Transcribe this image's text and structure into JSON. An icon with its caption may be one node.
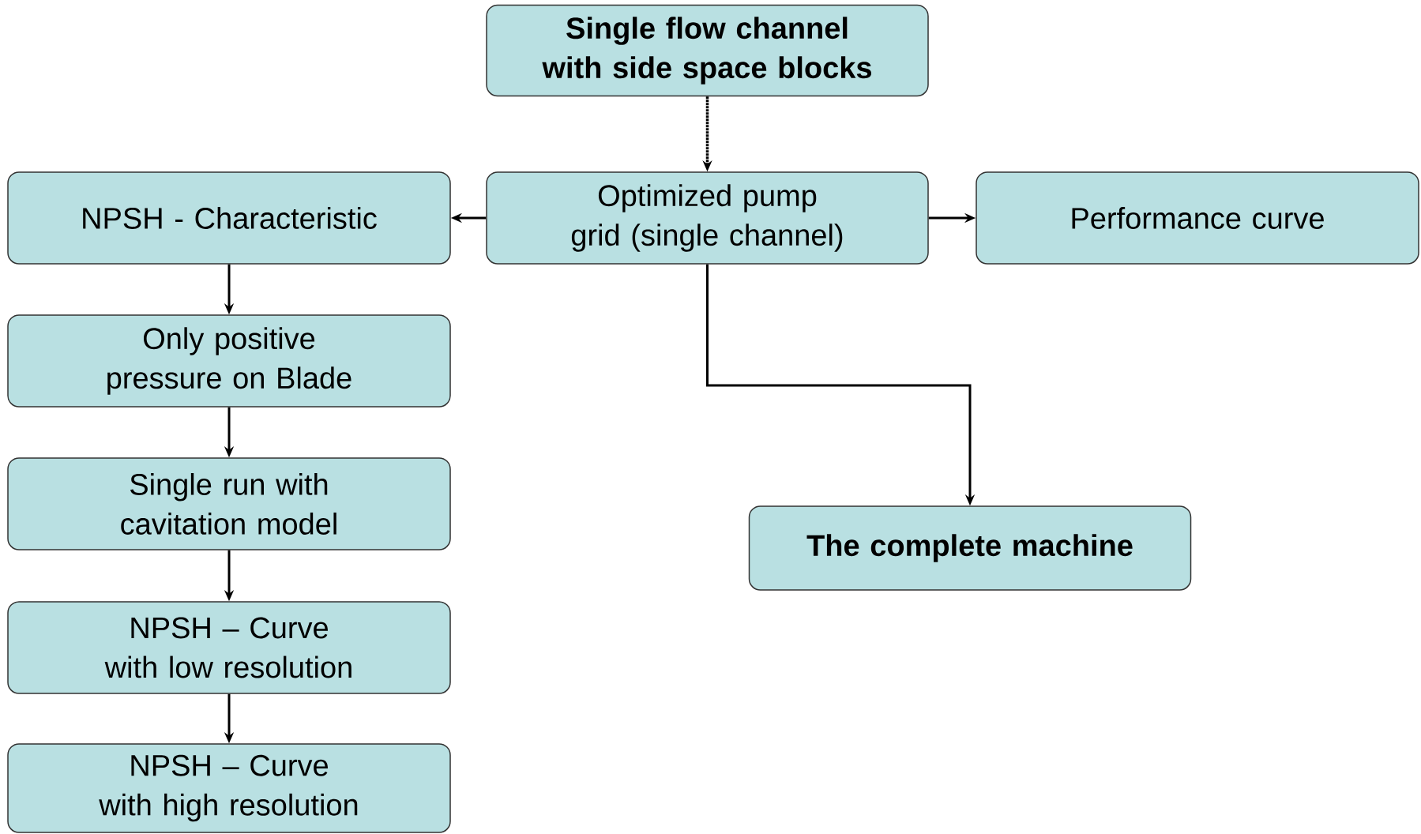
{
  "diagram": {
    "nodes": [
      {
        "text": [
          "**Single flow channel with side space blocks**"
        ]
      },
      {
        "text": [
          "Optimized pump grid (single channel)"
        ]
      },
      {
        "text": [
          "NPSH - Characteristic"
        ]
      },
      {
        "text": [
          "Performance curve"
        ]
      },
      {
        "text": [
          "Only positive pressure on Blade"
        ]
      },
      {
        "text": [
          "Single run with cavitation model"
        ]
      },
      {
        "text": [
          "NPSH – Curve with low resolution"
        ]
      },
      {
        "text": [
          "NPSH – Curve with high resolution"
        ]
      },
      {
        "text": [
          "**The complete machine**"
        ]
      }
    ],
    "edges": [
      {
        "from": 0,
        "to": 1,
        "arrow": "to",
        "style": "dashed"
      },
      {
        "from": 1,
        "to": 2,
        "arrow": "to"
      },
      {
        "from": 1,
        "to": 3,
        "arrow": "to"
      },
      {
        "from": 1,
        "to": 8,
        "arrow": "to"
      },
      {
        "from": 2,
        "to": 4,
        "arrow": "to"
      },
      {
        "from": 4,
        "to": 5,
        "arrow": "to"
      },
      {
        "from": 5,
        "to": 6,
        "arrow": "to"
      },
      {
        "from": 6,
        "to": 7,
        "arrow": "to"
      }
    ]
  }
}
